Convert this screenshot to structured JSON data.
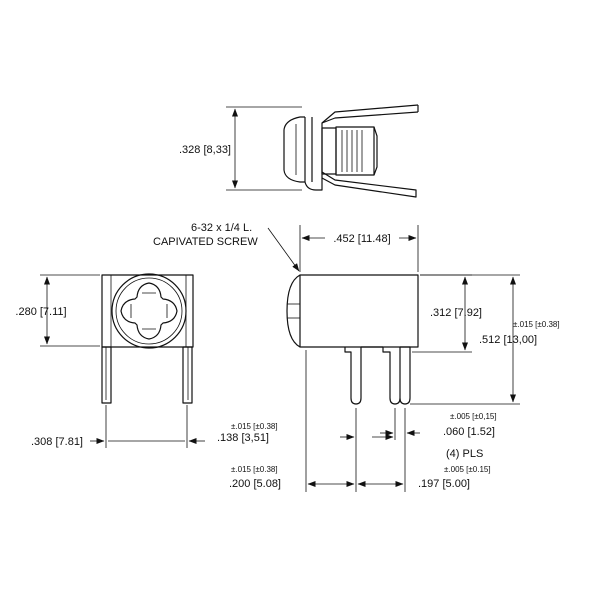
{
  "labels": {
    "top_height": ".328 [8,33]",
    "screw_l1": "6-32 x 1/4 L.",
    "screw_l2": "CAPIVATED SCREW",
    "width_452": ".452 [11.48]",
    "front_h280": ".280 [7.11]",
    "front_w308": ".308 [7.81]",
    "h312": ".312 [7.92]",
    "tol_015_a": "±.015 [±0.38]",
    "h512": ".512 [13,00]",
    "tol_015_b": "±.015 [±0.38]",
    "d138": ".138 [3,51]",
    "tol_005_a": "±.005 [±0,15]",
    "d060": ".060 [1.52]",
    "pls": "(4) PLS",
    "tol_015_c": "±.015 [±0.38]",
    "tol_005_b": "±.005 [±0.15]",
    "d200": ".200 [5.08]",
    "d197": ".197 [5.00]"
  },
  "colors": {
    "line": "#111111",
    "background": "#ffffff"
  }
}
